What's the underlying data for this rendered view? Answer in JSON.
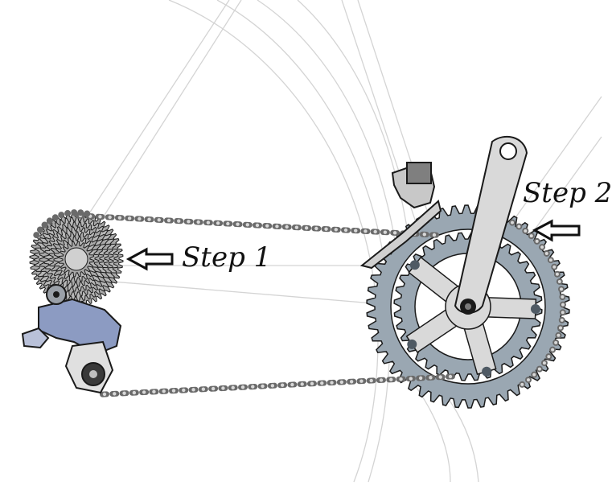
{
  "labels": {
    "step1": "Step 1",
    "step2": "Step 2"
  },
  "colors": {
    "frame_line": "#d4d4d4",
    "chain_plate": "#6a6a6a",
    "chain_roller": "#d8d8d8",
    "chainring": "#9aa7b2",
    "chainring_dark": "#4f5a64",
    "crank_arm": "#d9d9d9",
    "derailleur_blue": "#8c9bc2",
    "cassette": "#a9a9a9",
    "outline": "#1a1a1a",
    "arrow_fill": "#ffffff"
  },
  "icons": {
    "arrow": "left-arrow-outline"
  }
}
